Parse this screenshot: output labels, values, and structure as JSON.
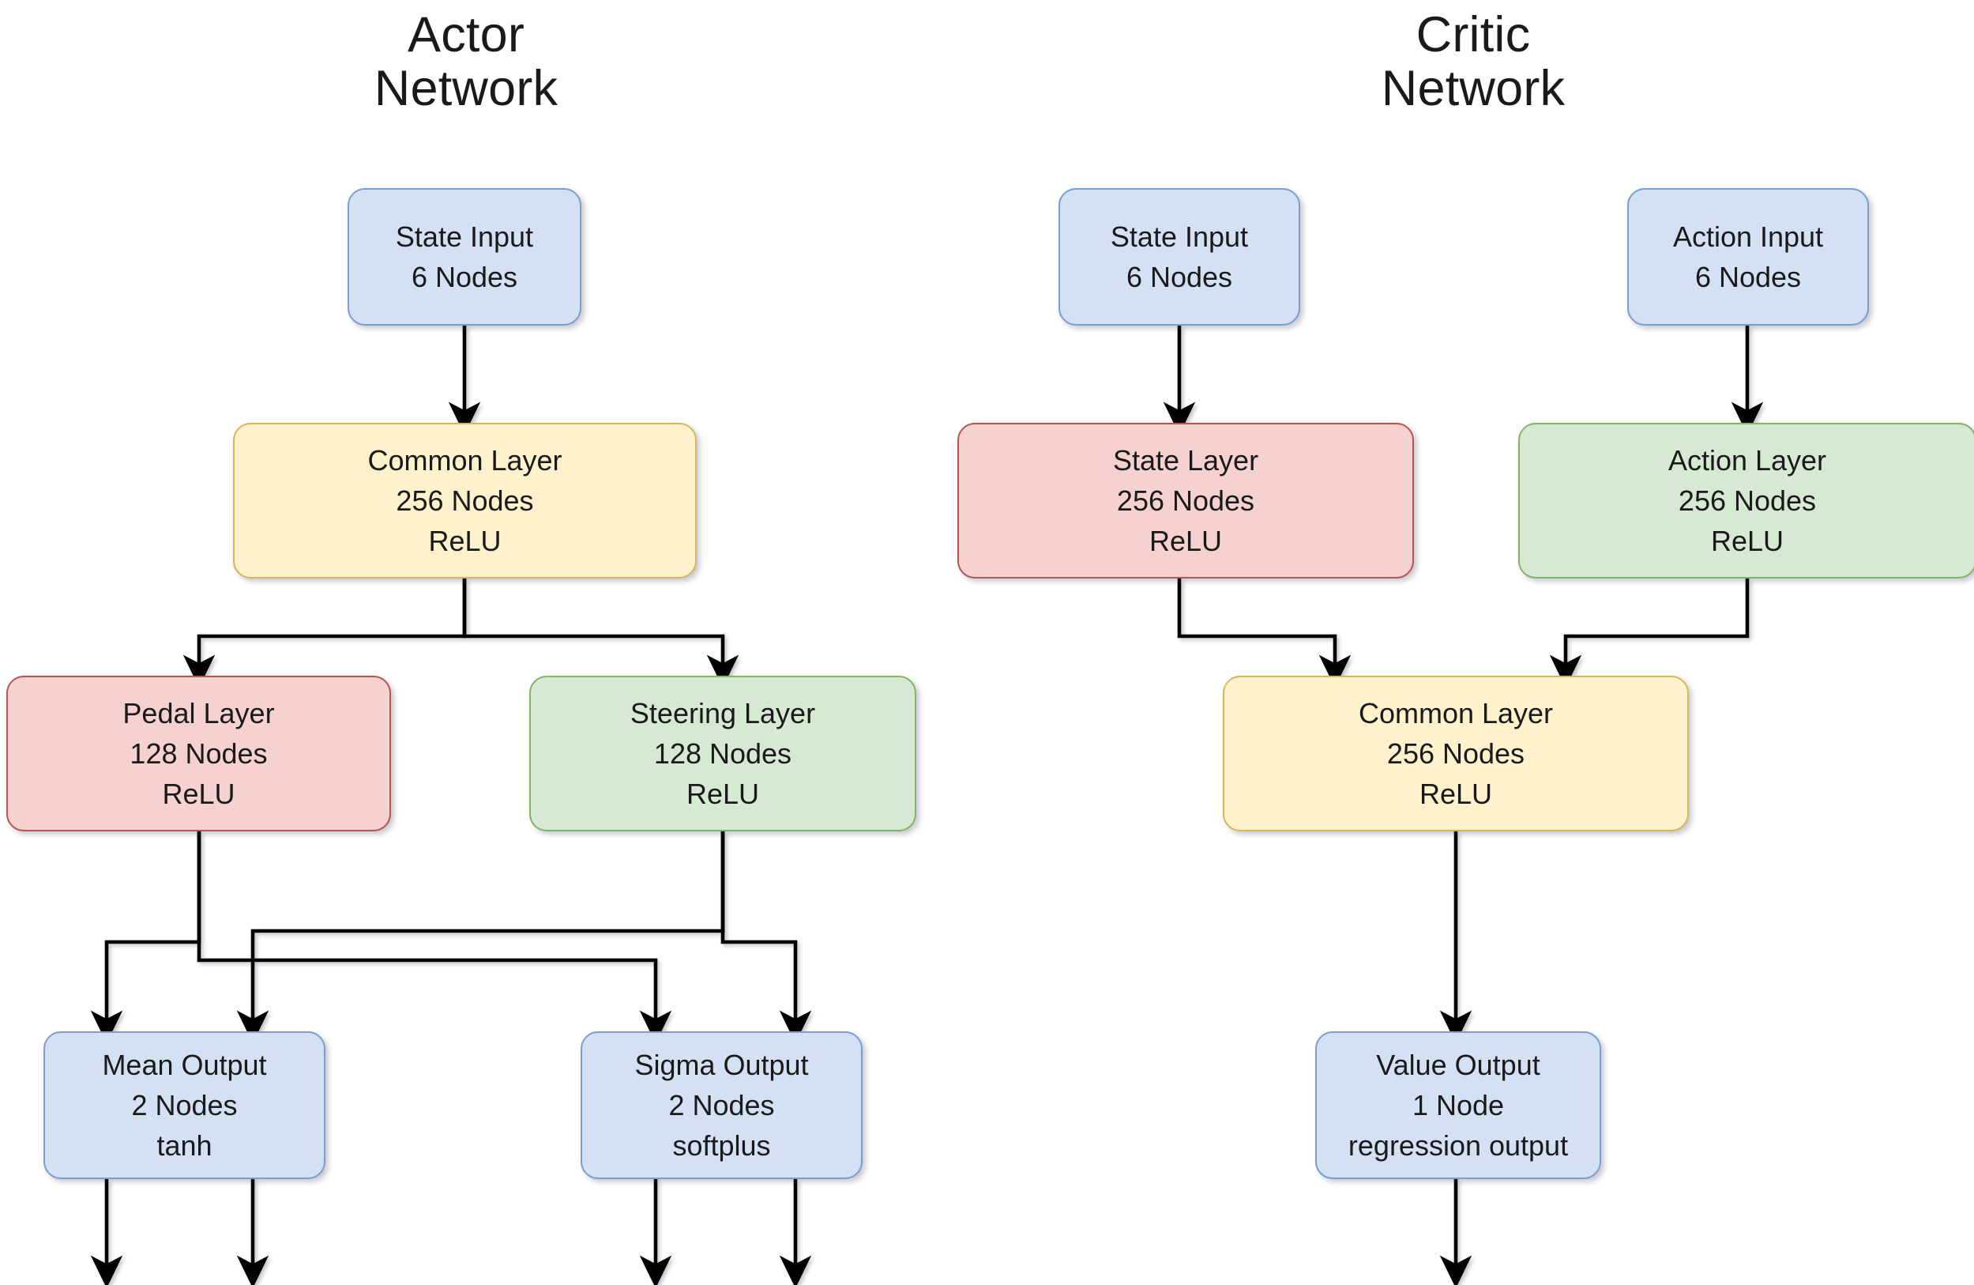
{
  "diagram": {
    "type": "neural-network-architecture",
    "background_color": "#ffffff",
    "edge_color": "#000000",
    "palette": {
      "blue_fill": "#d4e1f5",
      "blue_stroke": "#7b9ed1",
      "yellow_fill": "#fdf2cc",
      "yellow_stroke": "#d6b656",
      "red_fill": "#f5d2d0",
      "red_stroke": "#b85450",
      "green_fill": "#d6e9d2",
      "green_stroke": "#82b366"
    }
  },
  "actor": {
    "title_line1": "Actor",
    "title_line2": "Network",
    "nodes": {
      "state_input": {
        "line1": "State Input",
        "line2": "6 Nodes",
        "line3": ""
      },
      "common_layer": {
        "line1": "Common Layer",
        "line2": "256 Nodes",
        "line3": "ReLU"
      },
      "pedal_layer": {
        "line1": "Pedal Layer",
        "line2": "128 Nodes",
        "line3": "ReLU"
      },
      "steering_layer": {
        "line1": "Steering Layer",
        "line2": "128 Nodes",
        "line3": "ReLU"
      },
      "mean_output": {
        "line1": "Mean Output",
        "line2": "2 Nodes",
        "line3": "tanh"
      },
      "sigma_output": {
        "line1": "Sigma Output",
        "line2": "2 Nodes",
        "line3": "softplus"
      }
    }
  },
  "critic": {
    "title_line1": "Critic",
    "title_line2": "Network",
    "nodes": {
      "state_input": {
        "line1": "State Input",
        "line2": "6 Nodes",
        "line3": ""
      },
      "action_input": {
        "line1": "Action Input",
        "line2": "6 Nodes",
        "line3": ""
      },
      "state_layer": {
        "line1": "State Layer",
        "line2": "256 Nodes",
        "line3": "ReLU"
      },
      "action_layer": {
        "line1": "Action Layer",
        "line2": "256 Nodes",
        "line3": "ReLU"
      },
      "common_layer": {
        "line1": "Common Layer",
        "line2": "256 Nodes",
        "line3": "ReLU"
      },
      "value_output": {
        "line1": "Value Output",
        "line2": "1 Node",
        "line3": "regression output"
      }
    }
  }
}
